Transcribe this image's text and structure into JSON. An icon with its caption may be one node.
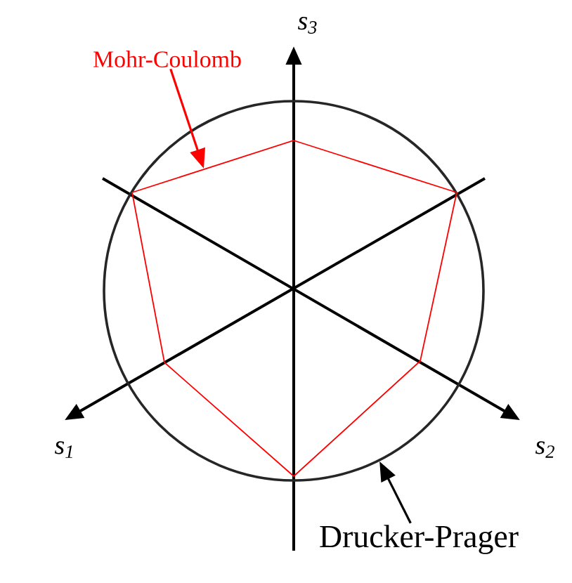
{
  "diagram": {
    "nodes": [
      {
        "text": [
          "Mohr-Coulomb"
        ]
      },
      {
        "text": [],
        "shape": "circle"
      },
      {
        "text": [],
        "shape": "hexagon",
        "in": 1
      },
      {
        "text": [
          "Drucker-Prager"
        ]
      }
    ],
    "edges": [
      {
        "from": 0,
        "to": 2,
        "arrow": "to",
        "color": "#ff0000"
      },
      {
        "from": 3,
        "to": 1,
        "arrow": "to",
        "color": "#000000"
      }
    ],
    "labels": [
      "s$_{3}$",
      "s$_{1}$",
      "s$_{2}$"
    ]
  }
}
